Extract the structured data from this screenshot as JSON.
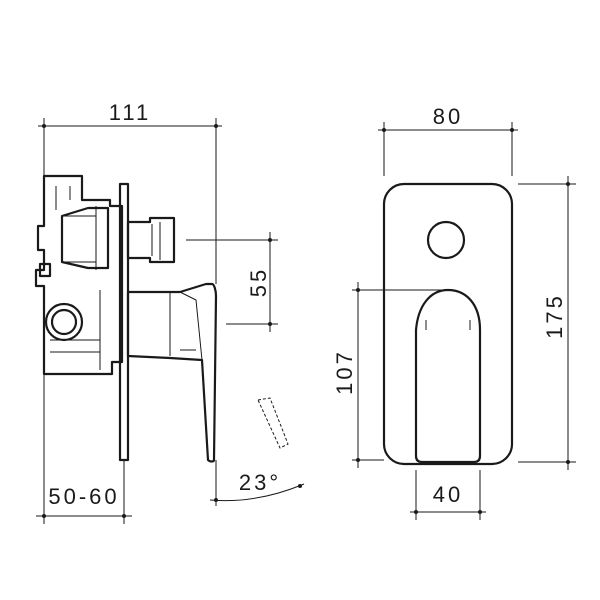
{
  "dimensions": {
    "side_width": "111",
    "side_height_offset": "55",
    "side_depth": "50-60",
    "angle": "23°",
    "front_width": "80",
    "front_height": "175",
    "lever_height": "107",
    "lever_width": "40"
  }
}
